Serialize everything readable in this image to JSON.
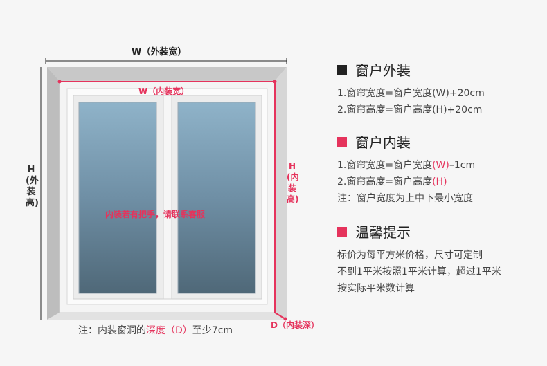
{
  "diagram": {
    "outer_width_label": "W（外装宽）",
    "inner_width_label": "W（内装宽）",
    "outer_height_label": [
      "H",
      "(外",
      "装",
      "高)"
    ],
    "inner_height_label": [
      "H",
      "(内",
      "装",
      "高)"
    ],
    "depth_label": "D（内装深）",
    "handle_note": "内装若有把手，请联系客服",
    "bottom_note": {
      "prefix": "注：内装窗洞的",
      "highlight": "深度（D）",
      "suffix": "至少7cm"
    }
  },
  "sections": {
    "outer": {
      "title": "窗户外装",
      "color": "#222222",
      "line1": "1.窗帘宽度=窗户宽度(W)+20cm",
      "line2": "2.窗帘高度=窗户高度(H)+20cm"
    },
    "inner": {
      "title": "窗户内装",
      "color": "#e5335c",
      "line1_prefix": "1.窗帘宽度=窗户宽度",
      "line1_highlight": "(W)",
      "line1_suffix": "–1cm",
      "line2_prefix": "2.窗帘高度=窗户高度",
      "line2_highlight": "(H)",
      "note": "注：窗户宽度为上中下最小宽度"
    },
    "tips": {
      "title": "温馨提示",
      "color": "#e5335c",
      "lines": [
        "标价为每平方米价格，尺寸可定制",
        "不到1平米按照1平米计算，超过1平米",
        "按实际平米数计算"
      ]
    }
  }
}
